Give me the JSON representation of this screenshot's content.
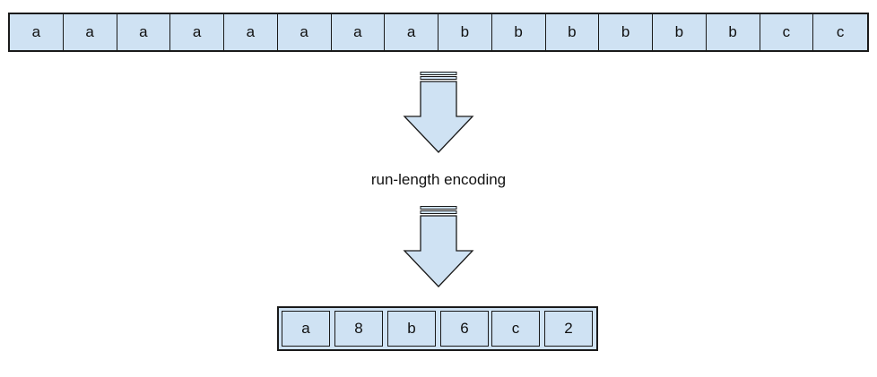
{
  "input_symbols": [
    "a",
    "a",
    "a",
    "a",
    "a",
    "a",
    "a",
    "a",
    "b",
    "b",
    "b",
    "b",
    "b",
    "b",
    "c",
    "c"
  ],
  "process_label": "run-length encoding",
  "output_symbols": [
    "a",
    "8",
    "b",
    "6",
    "c",
    "2"
  ],
  "colors": {
    "cell_fill": "#cfe2f3",
    "border": "#1a1a1a",
    "text": "#111111"
  }
}
